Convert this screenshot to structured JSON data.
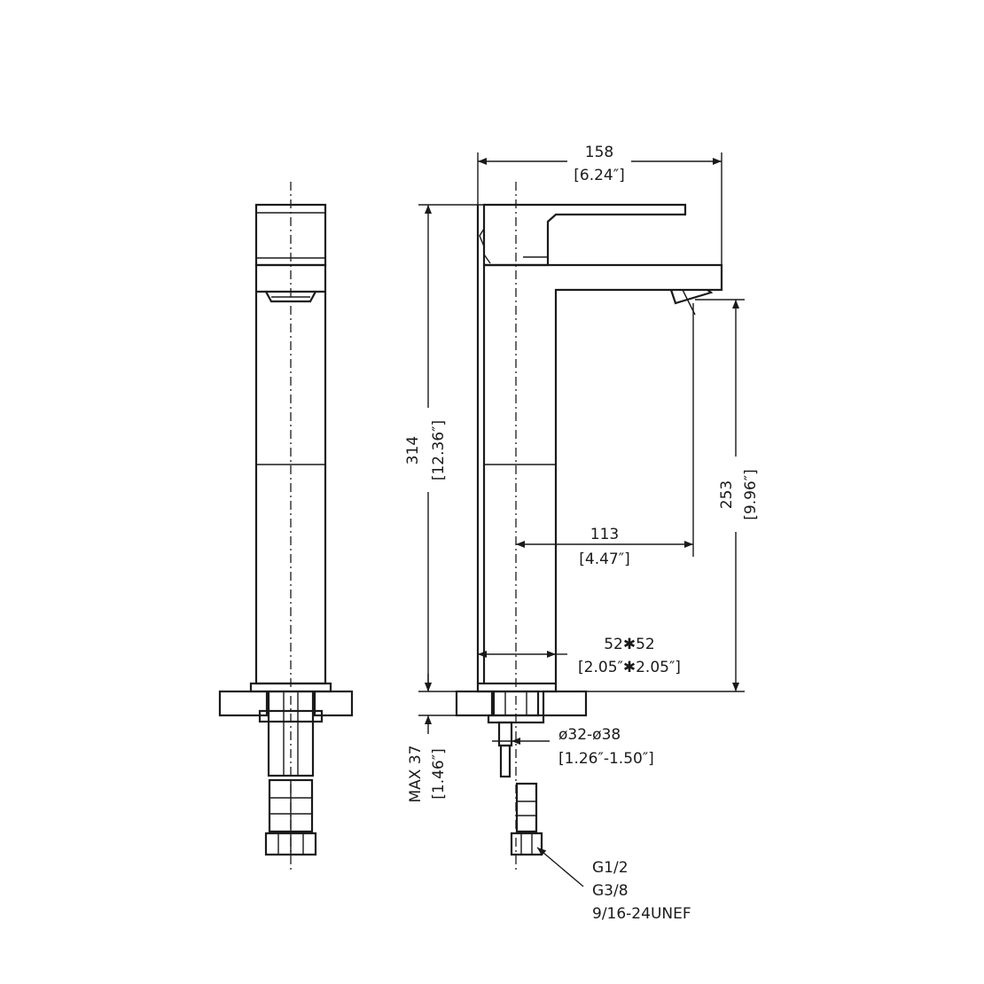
{
  "dimensions": {
    "overall_width": {
      "value": "158",
      "imperial": "[6.24″]"
    },
    "overall_height": {
      "value": "314",
      "imperial": "[12.36″]"
    },
    "spout_height": {
      "value": "253",
      "imperial": "[9.96″]"
    },
    "spout_reach": {
      "value": "113",
      "imperial": "[4.47″]"
    },
    "base_size": {
      "value": "52✱52",
      "imperial": "[2.05″✱2.05″]"
    },
    "hole_diameter": {
      "value": "ø32-ø38",
      "imperial": "[1.26″-1.50″]"
    },
    "deck_thickness": {
      "value": "MAX 37",
      "imperial": "[1.46″]"
    }
  },
  "thread_note": {
    "lines": [
      "G1/2",
      "G3/8",
      "9/16-24UNEF"
    ]
  }
}
